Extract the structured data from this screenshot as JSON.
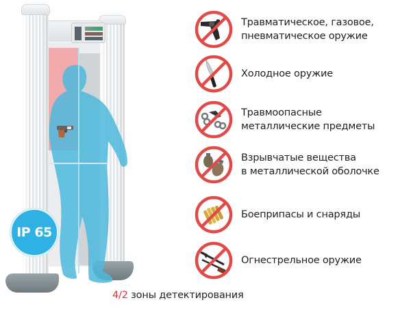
{
  "gate": {
    "badge_text": "IP 65",
    "colors": {
      "badge": "#2fb2e3",
      "zone_red": "#f49496",
      "person": "#4fb8dd",
      "pillar": "#eef0f2",
      "foot": "#7f8b8f"
    }
  },
  "legend": {
    "ban_color": "#e04a48",
    "items": [
      {
        "icon": "revolver-icon",
        "text": "Травматическое, газовое,\nпневматическое оружие"
      },
      {
        "icon": "knife-icon",
        "text": "Холодное оружие"
      },
      {
        "icon": "brass-knuckles-icon",
        "text": "Травмоопасные\nметаллические предметы"
      },
      {
        "icon": "grenade-icon",
        "text": "Взрывчатые вещества\nв металлической оболочке"
      },
      {
        "icon": "ammunition-icon",
        "text": "Боеприпасы и снаряды"
      },
      {
        "icon": "firearm-icon",
        "text": "Огнестрельное оружие"
      }
    ]
  },
  "footer": {
    "zones_value": "4/2",
    "zones_label": " зоны детектирования",
    "accent_color": "#d9343b"
  }
}
